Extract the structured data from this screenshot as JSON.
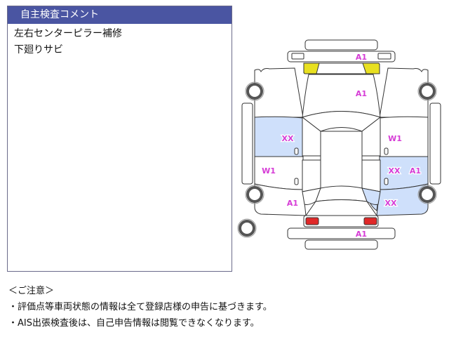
{
  "comment_panel": {
    "title": "自主検査コメント",
    "lines": [
      "左右センターピラー補修",
      "下廻りサビ"
    ]
  },
  "diagram": {
    "colors": {
      "damage_fill": "#cfe0fb",
      "headlight": "#e8e020",
      "taillight": "#e02828",
      "label": "#d63cd6"
    },
    "labels": {
      "front_bumper": "A1",
      "hood": "A1",
      "left_front_door": "XX",
      "left_rear_door": "W1",
      "left_rear_quarter": "A1",
      "right_front_door": "W1",
      "right_rear_door_1": "XX",
      "right_rear_door_2": "A1",
      "right_rear_quarter": "XX",
      "rear_bumper": "A1"
    }
  },
  "notes": {
    "heading": "＜ご注意＞",
    "lines": [
      "・評価点等車両状態の情報は全て登録店様の申告に基づきます。",
      "・AIS出張検査後は、自己申告情報は閲覧できなくなります。"
    ]
  }
}
